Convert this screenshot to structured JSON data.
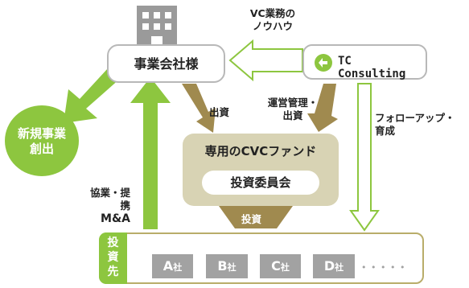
{
  "entities": {
    "company": "事業会社様",
    "consulting": "TC Consulting",
    "new_business": [
      "新規事業",
      "創出"
    ],
    "fund": "専用のCVCファンド",
    "committee": "投資委員会"
  },
  "labels": {
    "vc_knowhow": [
      "VC業務の",
      "ノウハウ"
    ],
    "invest_left": "出資",
    "manage_invest": [
      "運営管理・",
      "出資"
    ],
    "follow_up": [
      "フォローアップ・",
      "育成"
    ],
    "collab": [
      "協業・提携",
      "M&A"
    ],
    "investment": "投資"
  },
  "investees": {
    "label": [
      "投",
      "資",
      "先"
    ],
    "companies": [
      {
        "letter": "A",
        "suffix": "社"
      },
      {
        "letter": "B",
        "suffix": "社"
      },
      {
        "letter": "C",
        "suffix": "社"
      },
      {
        "letter": "D",
        "suffix": "社"
      }
    ],
    "more": "• • • • •"
  },
  "colors": {
    "green": "#8dc63f",
    "olive": "#a08a4f",
    "beige": "#d8d3b4",
    "gray_icon": "#9a9a9a"
  }
}
